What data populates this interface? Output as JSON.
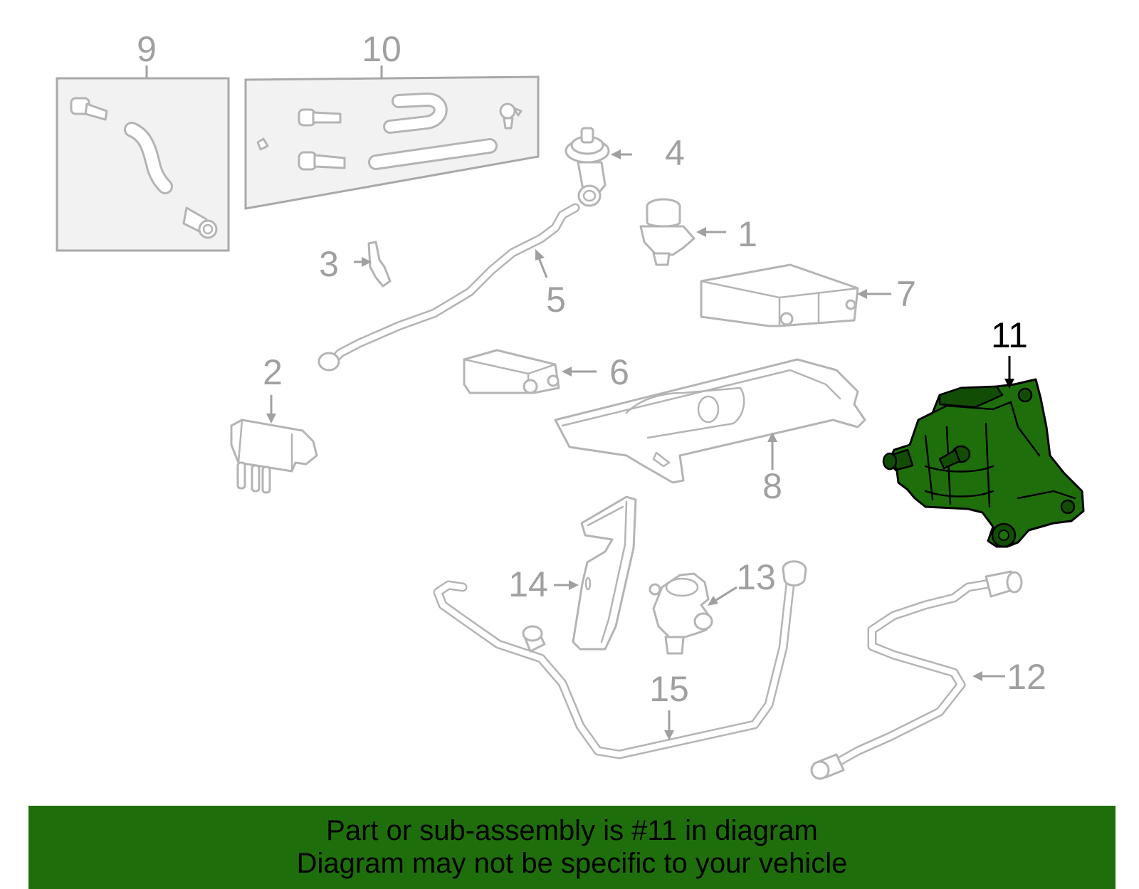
{
  "diagram": {
    "highlight_color": "#1e6f0c",
    "callouts": [
      {
        "id": "1",
        "label": "1"
      },
      {
        "id": "2",
        "label": "2"
      },
      {
        "id": "3",
        "label": "3"
      },
      {
        "id": "4",
        "label": "4"
      },
      {
        "id": "5",
        "label": "5"
      },
      {
        "id": "6",
        "label": "6"
      },
      {
        "id": "7",
        "label": "7"
      },
      {
        "id": "8",
        "label": "8"
      },
      {
        "id": "9",
        "label": "9"
      },
      {
        "id": "10",
        "label": "10"
      },
      {
        "id": "11",
        "label": "11",
        "highlighted": true
      },
      {
        "id": "12",
        "label": "12"
      },
      {
        "id": "13",
        "label": "13"
      },
      {
        "id": "14",
        "label": "14"
      },
      {
        "id": "15",
        "label": "15"
      }
    ]
  },
  "banner": {
    "line1": "Part or sub-assembly is #11 in diagram",
    "line2": "Diagram may not be specific to your vehicle",
    "background": "#1e6f0c"
  }
}
